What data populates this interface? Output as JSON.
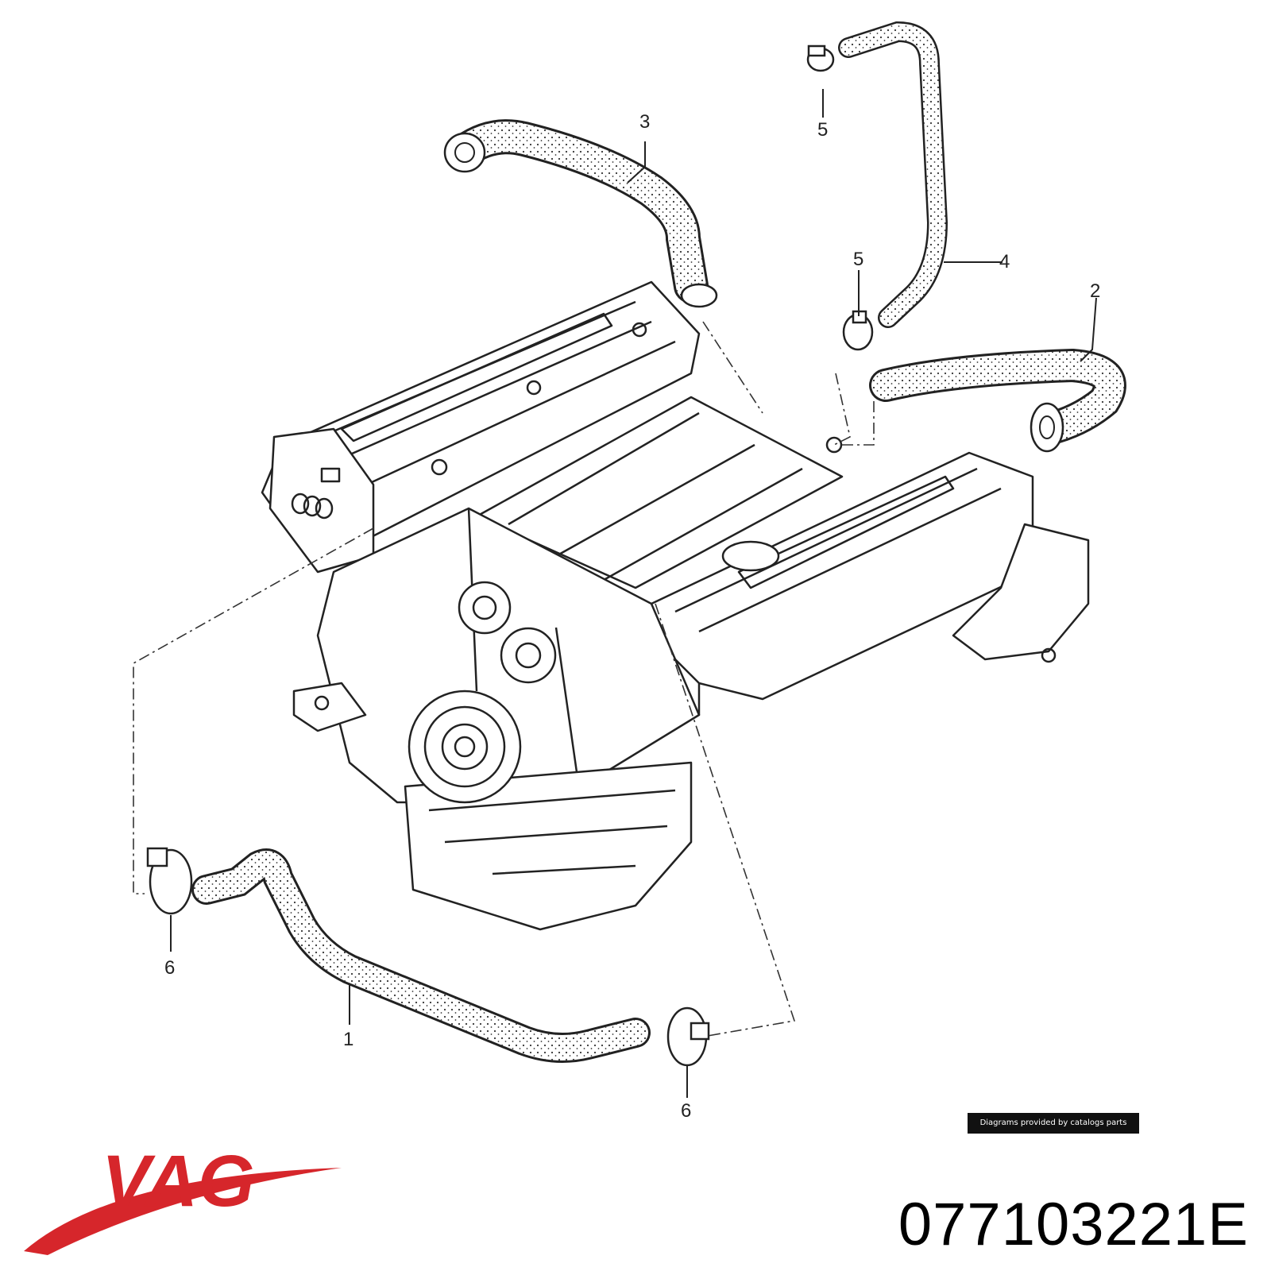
{
  "diagram": {
    "callouts": [
      "1",
      "2",
      "3",
      "4",
      "5",
      "5",
      "6",
      "6"
    ]
  },
  "credit": {
    "text": "Diagrams provided by catalogs parts"
  },
  "brand": {
    "logo_text": "VAG",
    "color": "#d6262b"
  },
  "part_number": "077103221E"
}
